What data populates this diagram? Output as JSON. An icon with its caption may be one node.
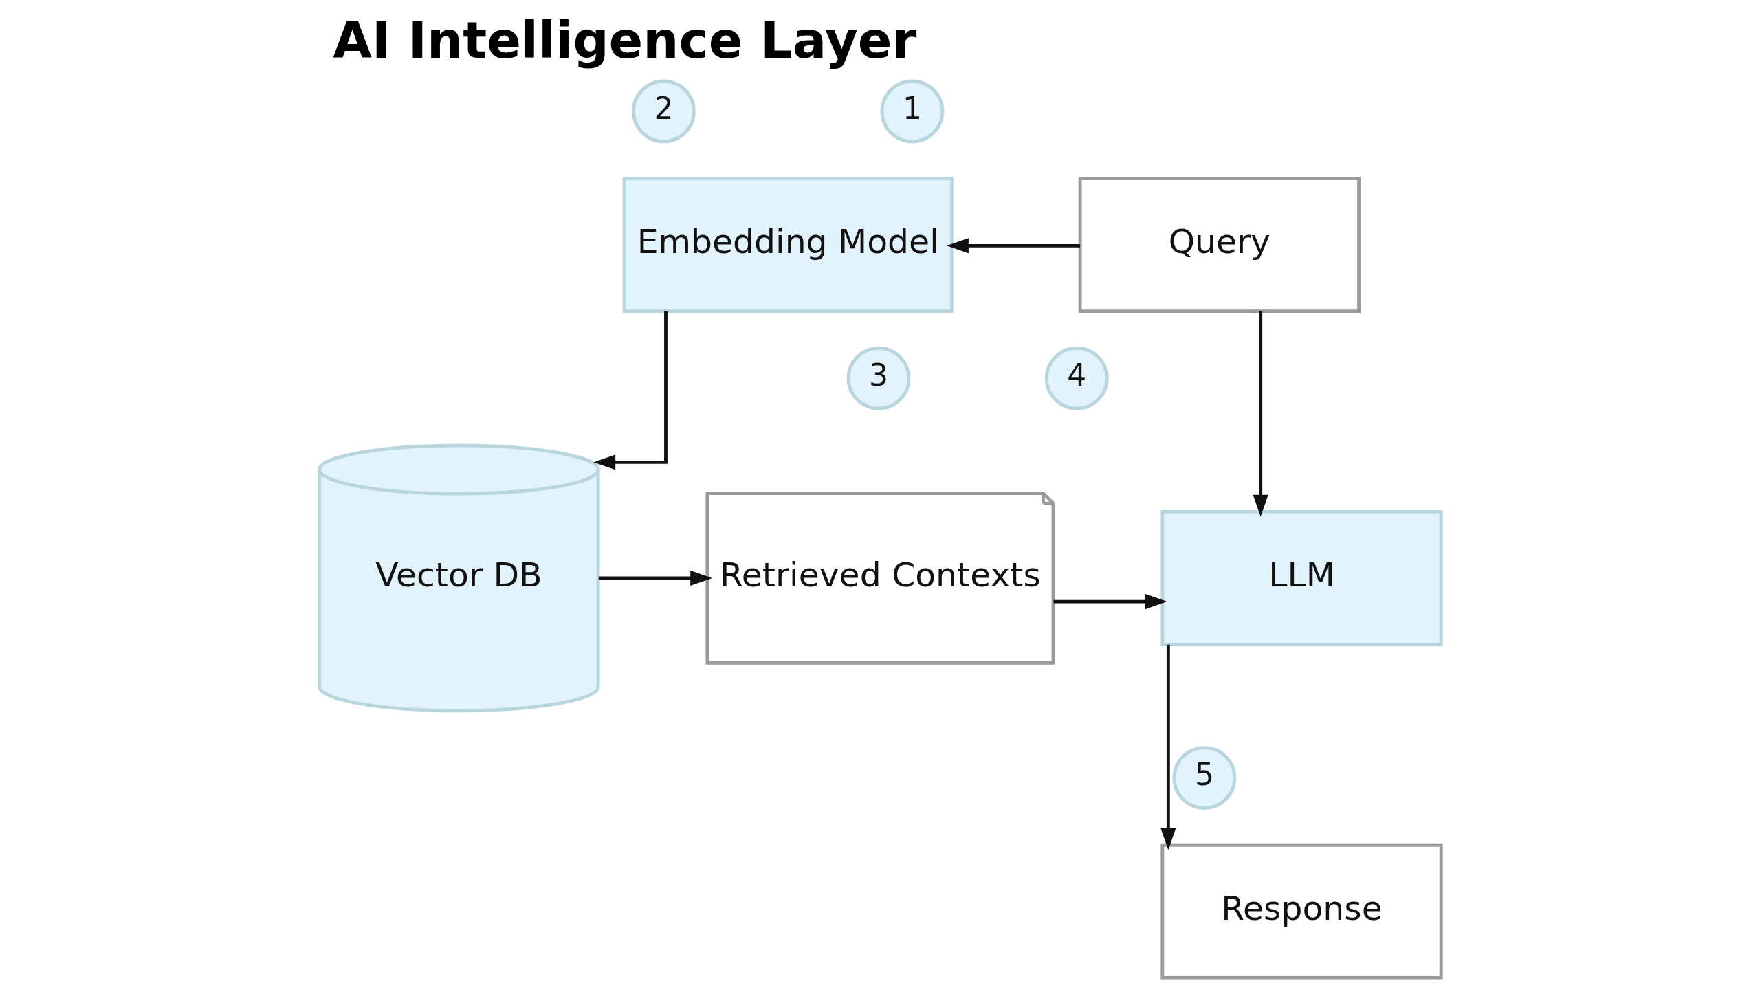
{
  "diagram": {
    "title": "AI Intelligence Layer",
    "nodes": [
      {
        "text": [
          "2"
        ]
      },
      {
        "text": [
          "Embedding Model"
        ]
      },
      {
        "text": [
          "1"
        ]
      },
      {
        "text": [
          "Query"
        ]
      },
      {
        "text": [
          "Vector DB"
        ]
      },
      {
        "text": [
          "3"
        ]
      },
      {
        "text": [
          "Retrieved Contexts"
        ]
      },
      {
        "text": [
          "4"
        ]
      },
      {
        "text": [
          "LLM"
        ]
      },
      {
        "text": [
          "5"
        ]
      },
      {
        "text": [
          "Response"
        ]
      }
    ],
    "edges": [
      {
        "from": 3,
        "to": 1,
        "arrow": "to"
      },
      {
        "from": 1,
        "to": 4,
        "arrow": "to"
      },
      {
        "from": 4,
        "to": 6,
        "arrow": "to"
      },
      {
        "from": 6,
        "to": 8,
        "arrow": "to"
      },
      {
        "from": 3,
        "to": 8,
        "arrow": "to"
      },
      {
        "from": 8,
        "to": 10,
        "arrow": "to"
      }
    ]
  }
}
